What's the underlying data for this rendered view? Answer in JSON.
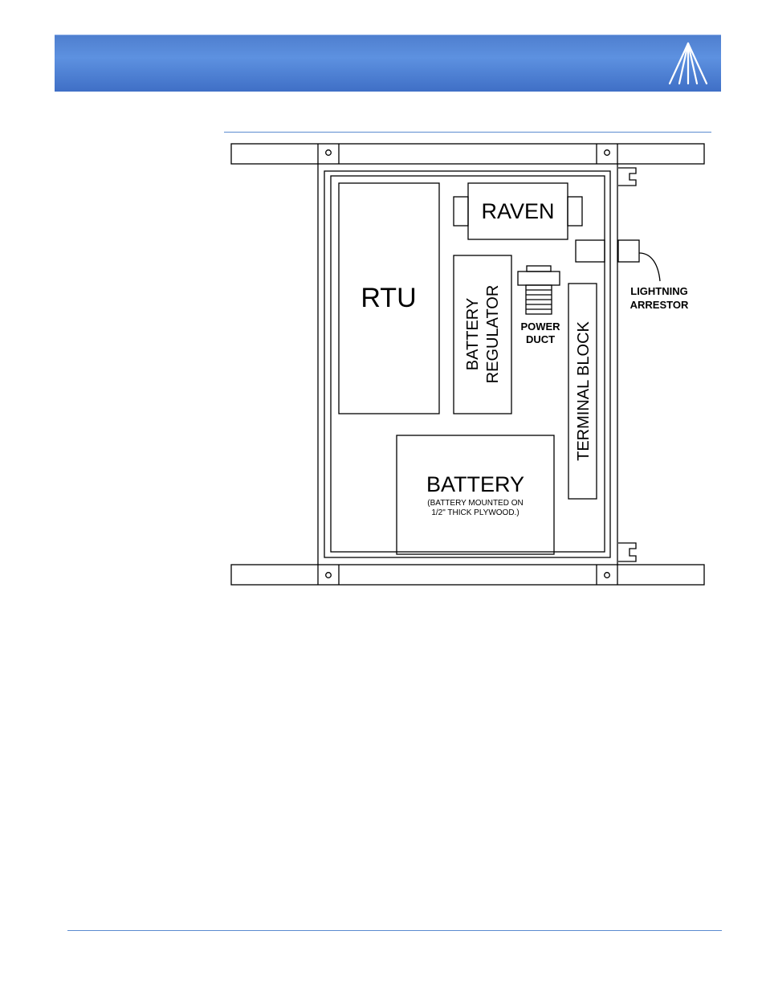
{
  "header": {
    "logo_icon": "airlink-tower-icon",
    "accent_color": "#4f7fcf"
  },
  "diagram": {
    "labels": {
      "rtu": "RTU",
      "raven": "RAVEN",
      "battery_regulator_line1": "BATTERY",
      "battery_regulator_line2": "REGULATOR",
      "power_duct_line1": "POWER",
      "power_duct_line2": "DUCT",
      "terminal_block": "TERMINAL BLOCK",
      "battery": "BATTERY",
      "battery_note_line1": "(BATTERY MOUNTED ON",
      "battery_note_line2": "1/2\" THICK PLYWOOD.)",
      "lightning_line1": "LIGHTNING",
      "lightning_line2": "ARRESTOR"
    }
  }
}
